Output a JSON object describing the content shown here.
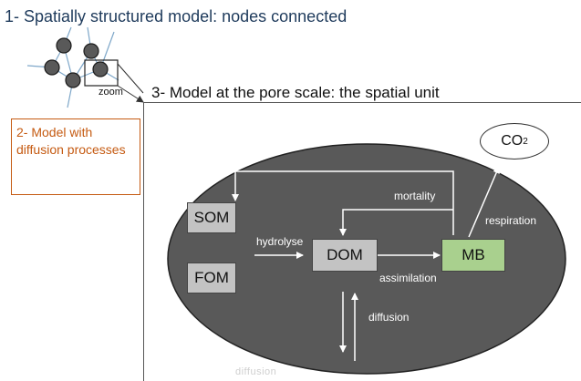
{
  "title_1": "1- Spatially structured model: nodes connected",
  "zoom_label": "zoom",
  "title_2": {
    "line1": "2- Model with",
    "line2": "diffusion processes"
  },
  "title_3": "3- Model at the pore scale: the spatial unit",
  "nodes": {
    "som": "SOM",
    "fom": "FOM",
    "dom": "DOM",
    "mb": "MB"
  },
  "co2": {
    "base": "CO",
    "sub": "2"
  },
  "labels": {
    "mortality": "mortality",
    "hydrolyse": "hydrolyse",
    "assimilation": "assimilation",
    "respiration": "respiration",
    "diffusion": "diffusion",
    "diffusion_bottom": "diffusion"
  },
  "colors": {
    "ellipse": "#595959",
    "node_gray": "#c3c3c3",
    "mb_green": "#a9d08e",
    "title2_orange": "#c55a11",
    "title1_blue": "#1f3b5c"
  }
}
